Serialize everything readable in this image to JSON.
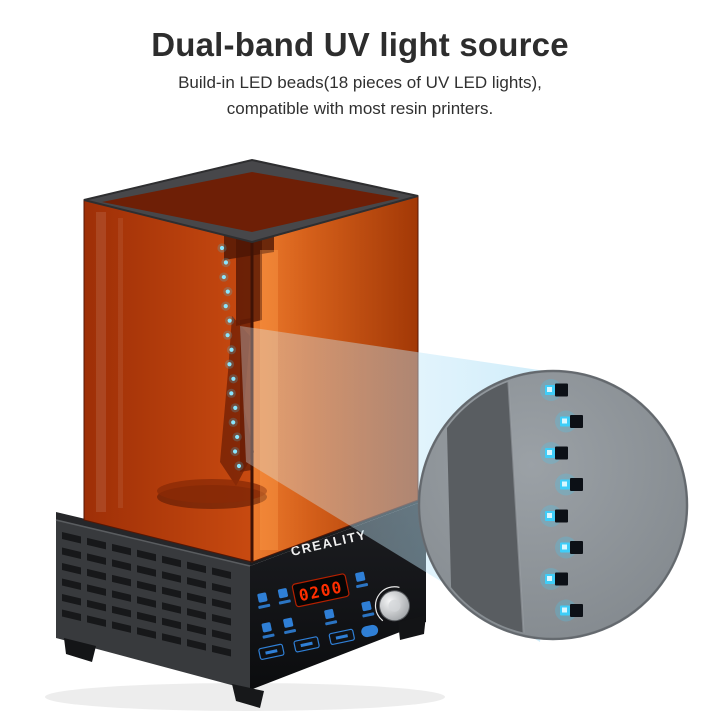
{
  "header": {
    "title": "Dual-band UV light source",
    "subtitle_line1": "Build-in  LED beads(18 pieces of UV LED lights),",
    "subtitle_line2": "compatible with most resin printers."
  },
  "machine": {
    "brand": "CREALITY",
    "display_value": "0200",
    "strip_led_count": 16
  },
  "inset": {
    "led_count": 8
  },
  "colors": {
    "accent_blue": "#2f7fd6",
    "led_cyan": "#3fcdf8",
    "display_red": "#ff2e00",
    "cover_orange_front": "#b9430e",
    "cover_orange_side": "#d96a22"
  }
}
